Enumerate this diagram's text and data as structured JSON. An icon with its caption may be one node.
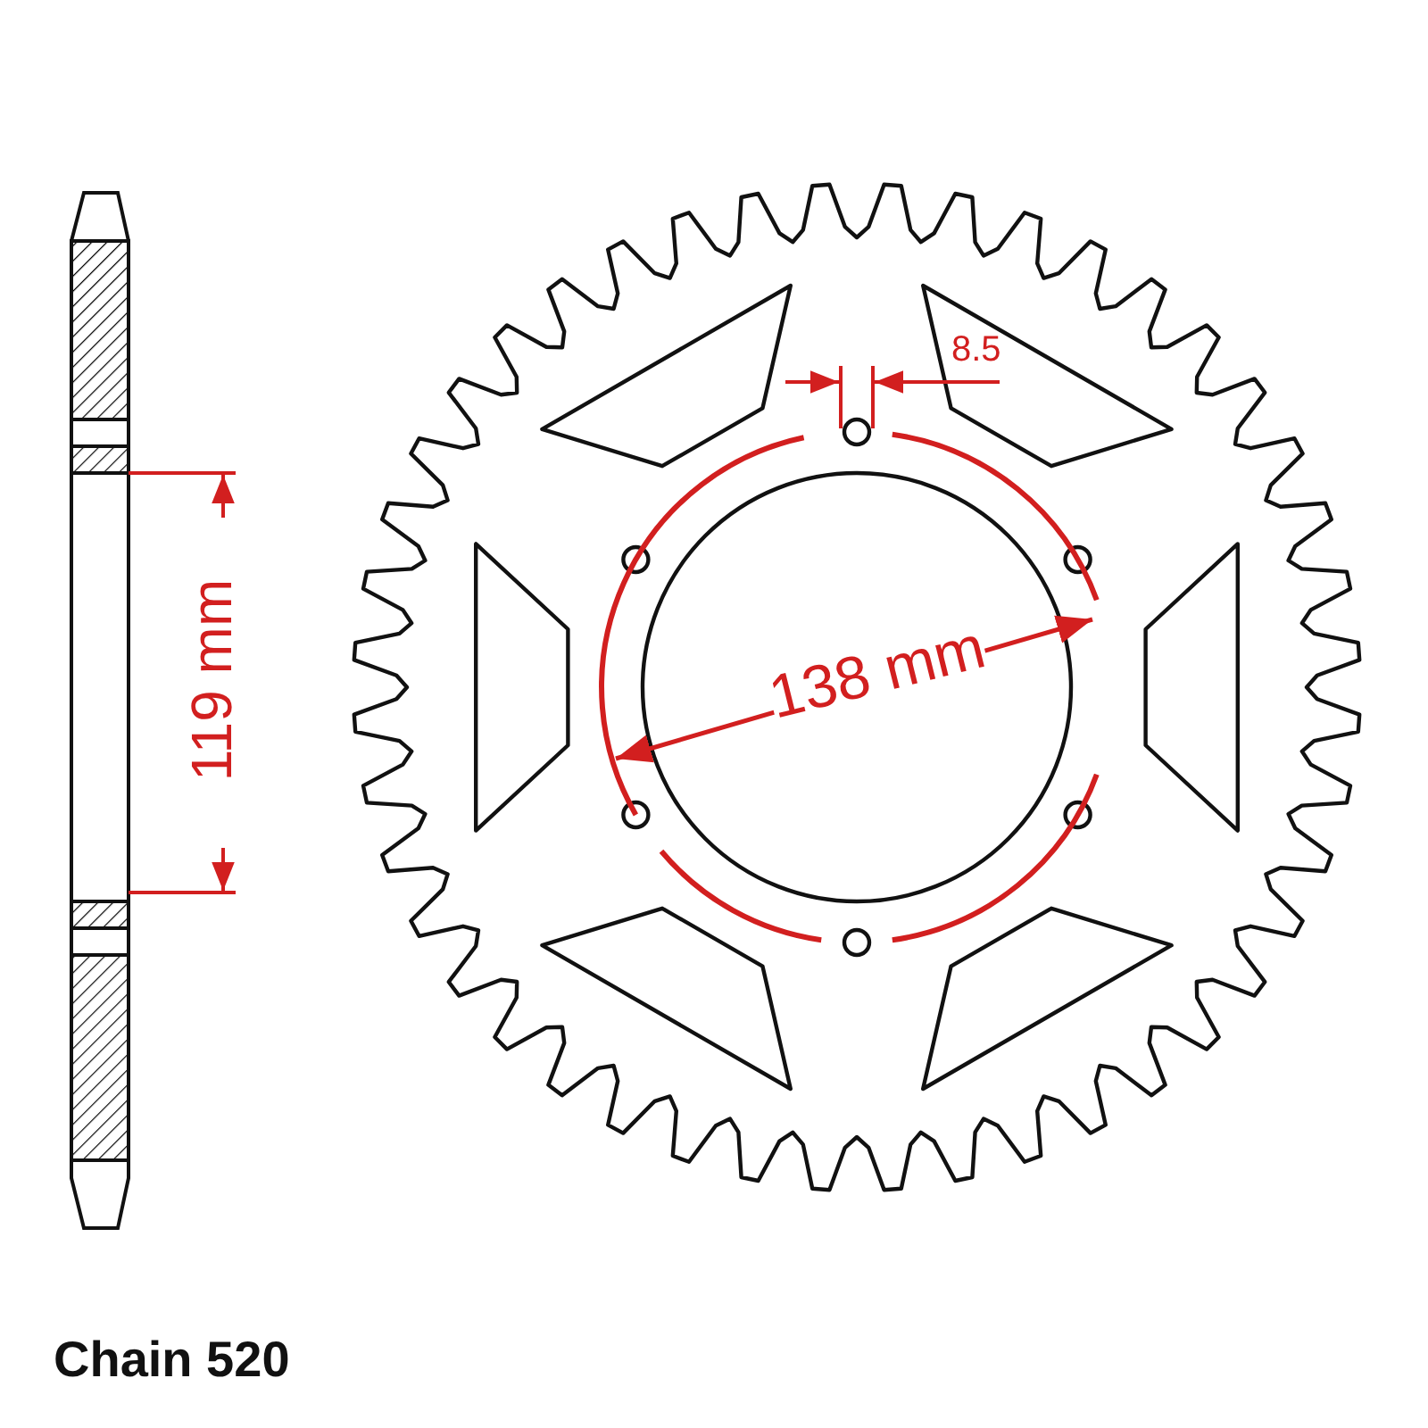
{
  "diagram": {
    "labels": [
      "8.5",
      "138 mm",
      "119 mm",
      "Chain 520"
    ]
  }
}
